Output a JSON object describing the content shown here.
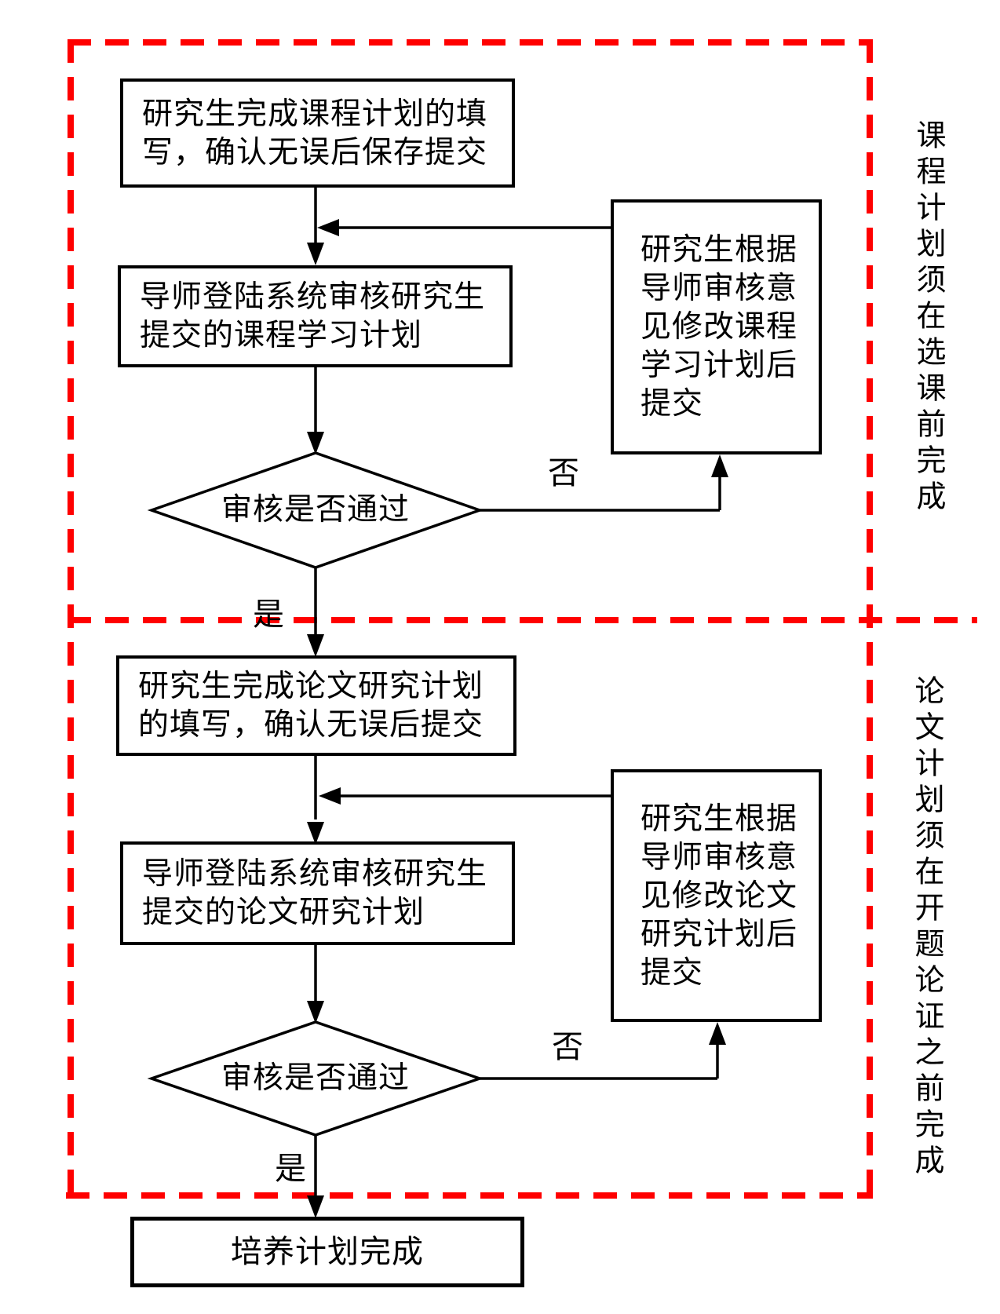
{
  "flow": {
    "course_region": {
      "side_note": "课程计划须在选课前完成",
      "fill_step": "研究生完成课程计划的填\n写，确认无误后保存提交",
      "review_step": "导师登陆系统审核研究生\n提交的课程学习计划",
      "decision": "审核是否通过",
      "revise_step": "研究生根据\n导师审核意\n见修改课程\n学习计划后\n提交",
      "no_label": "否",
      "yes_label": "是"
    },
    "thesis_region": {
      "side_note": "论文计划须在开题论证之前完成",
      "fill_step": "研究生完成论文研究计划\n的填写，确认无误后提交",
      "review_step": "导师登陆系统审核研究生\n提交的论文研究计划",
      "decision": "审核是否通过",
      "revise_step": "研究生根据\n导师审核意\n见修改论文\n研究计划后\n提交",
      "no_label": "否",
      "yes_label": "是"
    },
    "final_step": "培养计划完成"
  },
  "colors": {
    "region_border": "#ff0000",
    "shape_border": "#000000",
    "background": "#ffffff"
  }
}
